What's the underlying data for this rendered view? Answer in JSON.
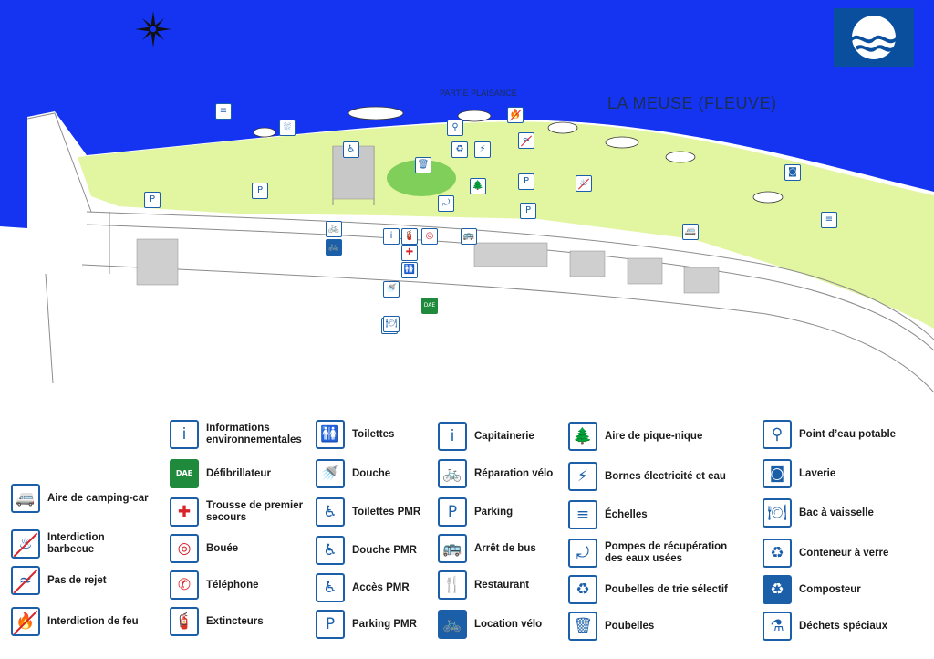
{
  "map": {
    "river_label": "LA MEUSE (FLEUVE)",
    "marina_label": "PARTIE PLAISANCE",
    "colors": {
      "water": "#1434f2",
      "land": "#ffffff",
      "green_area": "#e2f5a0",
      "road_lines": "#8c8c8c",
      "flag_badge": "#0a4f9e",
      "icon_blue": "#1a5fa8",
      "prohibition_red": "#d8232a",
      "defibrillator_green": "#1f8a3c"
    },
    "compass_icon": "compass-rose-icon",
    "flag_icon": "blue-flag-wave-icon",
    "markers": [
      {
        "name": "ladder-marker",
        "glyph": "≡",
        "style": "",
        "label": ""
      },
      {
        "name": "tap-marker",
        "glyph": "⛆",
        "style": "",
        "label": ""
      },
      {
        "name": "accessible-marker",
        "glyph": "♿",
        "style": "",
        "label": ""
      },
      {
        "name": "water-tap-marker",
        "glyph": "⚲",
        "style": "",
        "label": ""
      },
      {
        "name": "recycle-marker",
        "glyph": "♻",
        "style": "",
        "label": ""
      },
      {
        "name": "electricity-marker",
        "glyph": "⚡",
        "style": "",
        "label": ""
      },
      {
        "name": "no-discharge-marker",
        "glyph": "≈",
        "style": "ban",
        "label": ""
      },
      {
        "name": "no-fire-marker",
        "glyph": "🔥",
        "style": "ban",
        "label": ""
      },
      {
        "name": "bin-marker",
        "glyph": "🗑",
        "style": "",
        "label": ""
      },
      {
        "name": "picnic-marker",
        "glyph": "🌲",
        "style": "",
        "label": ""
      },
      {
        "name": "parking-marker",
        "glyph": "P",
        "style": "",
        "label": ""
      },
      {
        "name": "parking-marker",
        "glyph": "P",
        "style": "",
        "label": ""
      },
      {
        "name": "parking-marker",
        "glyph": "P",
        "style": "",
        "label": ""
      },
      {
        "name": "parking-pmr-marker",
        "glyph": "P",
        "style": "",
        "label": ""
      },
      {
        "name": "pump-marker",
        "glyph": "⤾",
        "style": "",
        "label": ""
      },
      {
        "name": "bus-marker",
        "glyph": "🚌",
        "style": "",
        "label": ""
      },
      {
        "name": "camper-marker",
        "glyph": "🚐",
        "style": "",
        "label": ""
      },
      {
        "name": "no-barbecue-marker",
        "glyph": "♨",
        "style": "ban",
        "label": ""
      },
      {
        "name": "ladder-marker",
        "glyph": "≡",
        "style": "",
        "label": ""
      },
      {
        "name": "restaurant-marker",
        "glyph": "🍴",
        "style": "",
        "label": ""
      },
      {
        "name": "bike-rental-marker",
        "glyph": "🚲",
        "style": "solid",
        "label": ""
      },
      {
        "name": "bike-repair-marker",
        "glyph": "🚲",
        "style": "",
        "label": ""
      },
      {
        "name": "info-marker",
        "glyph": "i",
        "style": "",
        "label": ""
      },
      {
        "name": "extinguisher-marker",
        "glyph": "🧯",
        "style": "red",
        "label": ""
      },
      {
        "name": "buoy-marker",
        "glyph": "◎",
        "style": "red",
        "label": ""
      },
      {
        "name": "first-aid-marker",
        "glyph": "✚",
        "style": "red",
        "label": ""
      },
      {
        "name": "toilets-marker",
        "glyph": "🚻",
        "style": "",
        "label": ""
      },
      {
        "name": "shower-marker",
        "glyph": "🚿",
        "style": "",
        "label": ""
      },
      {
        "name": "defibrillator-marker",
        "glyph": "",
        "style": "green",
        "label": "DAE"
      },
      {
        "name": "dish-sink-marker",
        "glyph": "🍽",
        "style": "",
        "label": ""
      },
      {
        "name": "laundry-marker",
        "glyph": "◙",
        "style": "",
        "label": ""
      }
    ]
  },
  "legend": {
    "items": [
      {
        "name": "camping-car-area",
        "label": "Aire de camping-car",
        "glyph": "🚐",
        "style": ""
      },
      {
        "name": "no-barbecue",
        "label": "Interdiction\nbarbecue",
        "glyph": "♨",
        "style": "ban"
      },
      {
        "name": "no-discharge",
        "label": "Pas de rejet",
        "glyph": "≈",
        "style": "ban"
      },
      {
        "name": "no-fire",
        "label": "Interdiction de feu",
        "glyph": "🔥",
        "style": "ban"
      },
      {
        "name": "environmental-info",
        "label": "Informations\nenvironnementales",
        "glyph": "i",
        "style": ""
      },
      {
        "name": "defibrillator",
        "label": "Défibrillateur",
        "glyph": "DAE",
        "style": "green"
      },
      {
        "name": "first-aid-kit",
        "label": "Trousse de premier\nsecours",
        "glyph": "✚",
        "style": "red"
      },
      {
        "name": "buoy",
        "label": "Bouée",
        "glyph": "◎",
        "style": "red"
      },
      {
        "name": "telephone",
        "label": "Téléphone",
        "glyph": "✆",
        "style": "red"
      },
      {
        "name": "extinguishers",
        "label": "Extincteurs",
        "glyph": "🧯",
        "style": "red"
      },
      {
        "name": "toilets",
        "label": "Toilettes",
        "glyph": "🚻",
        "style": ""
      },
      {
        "name": "shower",
        "label": "Douche",
        "glyph": "🚿",
        "style": ""
      },
      {
        "name": "pmr-toilets",
        "label": "Toilettes PMR",
        "glyph": "♿",
        "style": ""
      },
      {
        "name": "pmr-shower",
        "label": "Douche PMR",
        "glyph": "♿",
        "style": ""
      },
      {
        "name": "pmr-access",
        "label": "Accès PMR",
        "glyph": "♿",
        "style": ""
      },
      {
        "name": "pmr-parking",
        "label": "Parking PMR",
        "glyph": "P",
        "style": ""
      },
      {
        "name": "harbour-office",
        "label": "Capitainerie",
        "glyph": "i",
        "style": ""
      },
      {
        "name": "bike-repair",
        "label": "Réparation vélo",
        "glyph": "🚲",
        "style": ""
      },
      {
        "name": "parking",
        "label": "Parking",
        "glyph": "P",
        "style": ""
      },
      {
        "name": "bus-stop",
        "label": "Arrêt de bus",
        "glyph": "🚌",
        "style": ""
      },
      {
        "name": "restaurant",
        "label": "Restaurant",
        "glyph": "🍴",
        "style": ""
      },
      {
        "name": "bike-rental",
        "label": "Location vélo",
        "glyph": "🚲",
        "style": "solid"
      },
      {
        "name": "picnic-area",
        "label": "Aire de pique-nique",
        "glyph": "🌲",
        "style": ""
      },
      {
        "name": "electricity-water",
        "label": "Bornes électricité et eau",
        "glyph": "⚡",
        "style": ""
      },
      {
        "name": "ladders",
        "label": "Échelles",
        "glyph": "≡",
        "style": ""
      },
      {
        "name": "waste-water-pumps",
        "label": "Pompes de récupération\ndes eaux usées",
        "glyph": "⤾",
        "style": ""
      },
      {
        "name": "sorting-bins",
        "label": "Poubelles de trie sélectif",
        "glyph": "♻",
        "style": ""
      },
      {
        "name": "bins",
        "label": "Poubelles",
        "glyph": "🗑",
        "style": ""
      },
      {
        "name": "drinking-water",
        "label": "Point d’eau potable",
        "glyph": "⚲",
        "style": ""
      },
      {
        "name": "laundry",
        "label": "Laverie",
        "glyph": "◙",
        "style": ""
      },
      {
        "name": "dish-sink",
        "label": "Bac à vaisselle",
        "glyph": "🍽",
        "style": ""
      },
      {
        "name": "glass-container",
        "label": "Conteneur à verre",
        "glyph": "♻",
        "style": ""
      },
      {
        "name": "composter",
        "label": "Composteur",
        "glyph": "♻",
        "style": "solid"
      },
      {
        "name": "special-waste",
        "label": "Déchets spéciaux",
        "glyph": "⚗",
        "style": ""
      }
    ]
  }
}
